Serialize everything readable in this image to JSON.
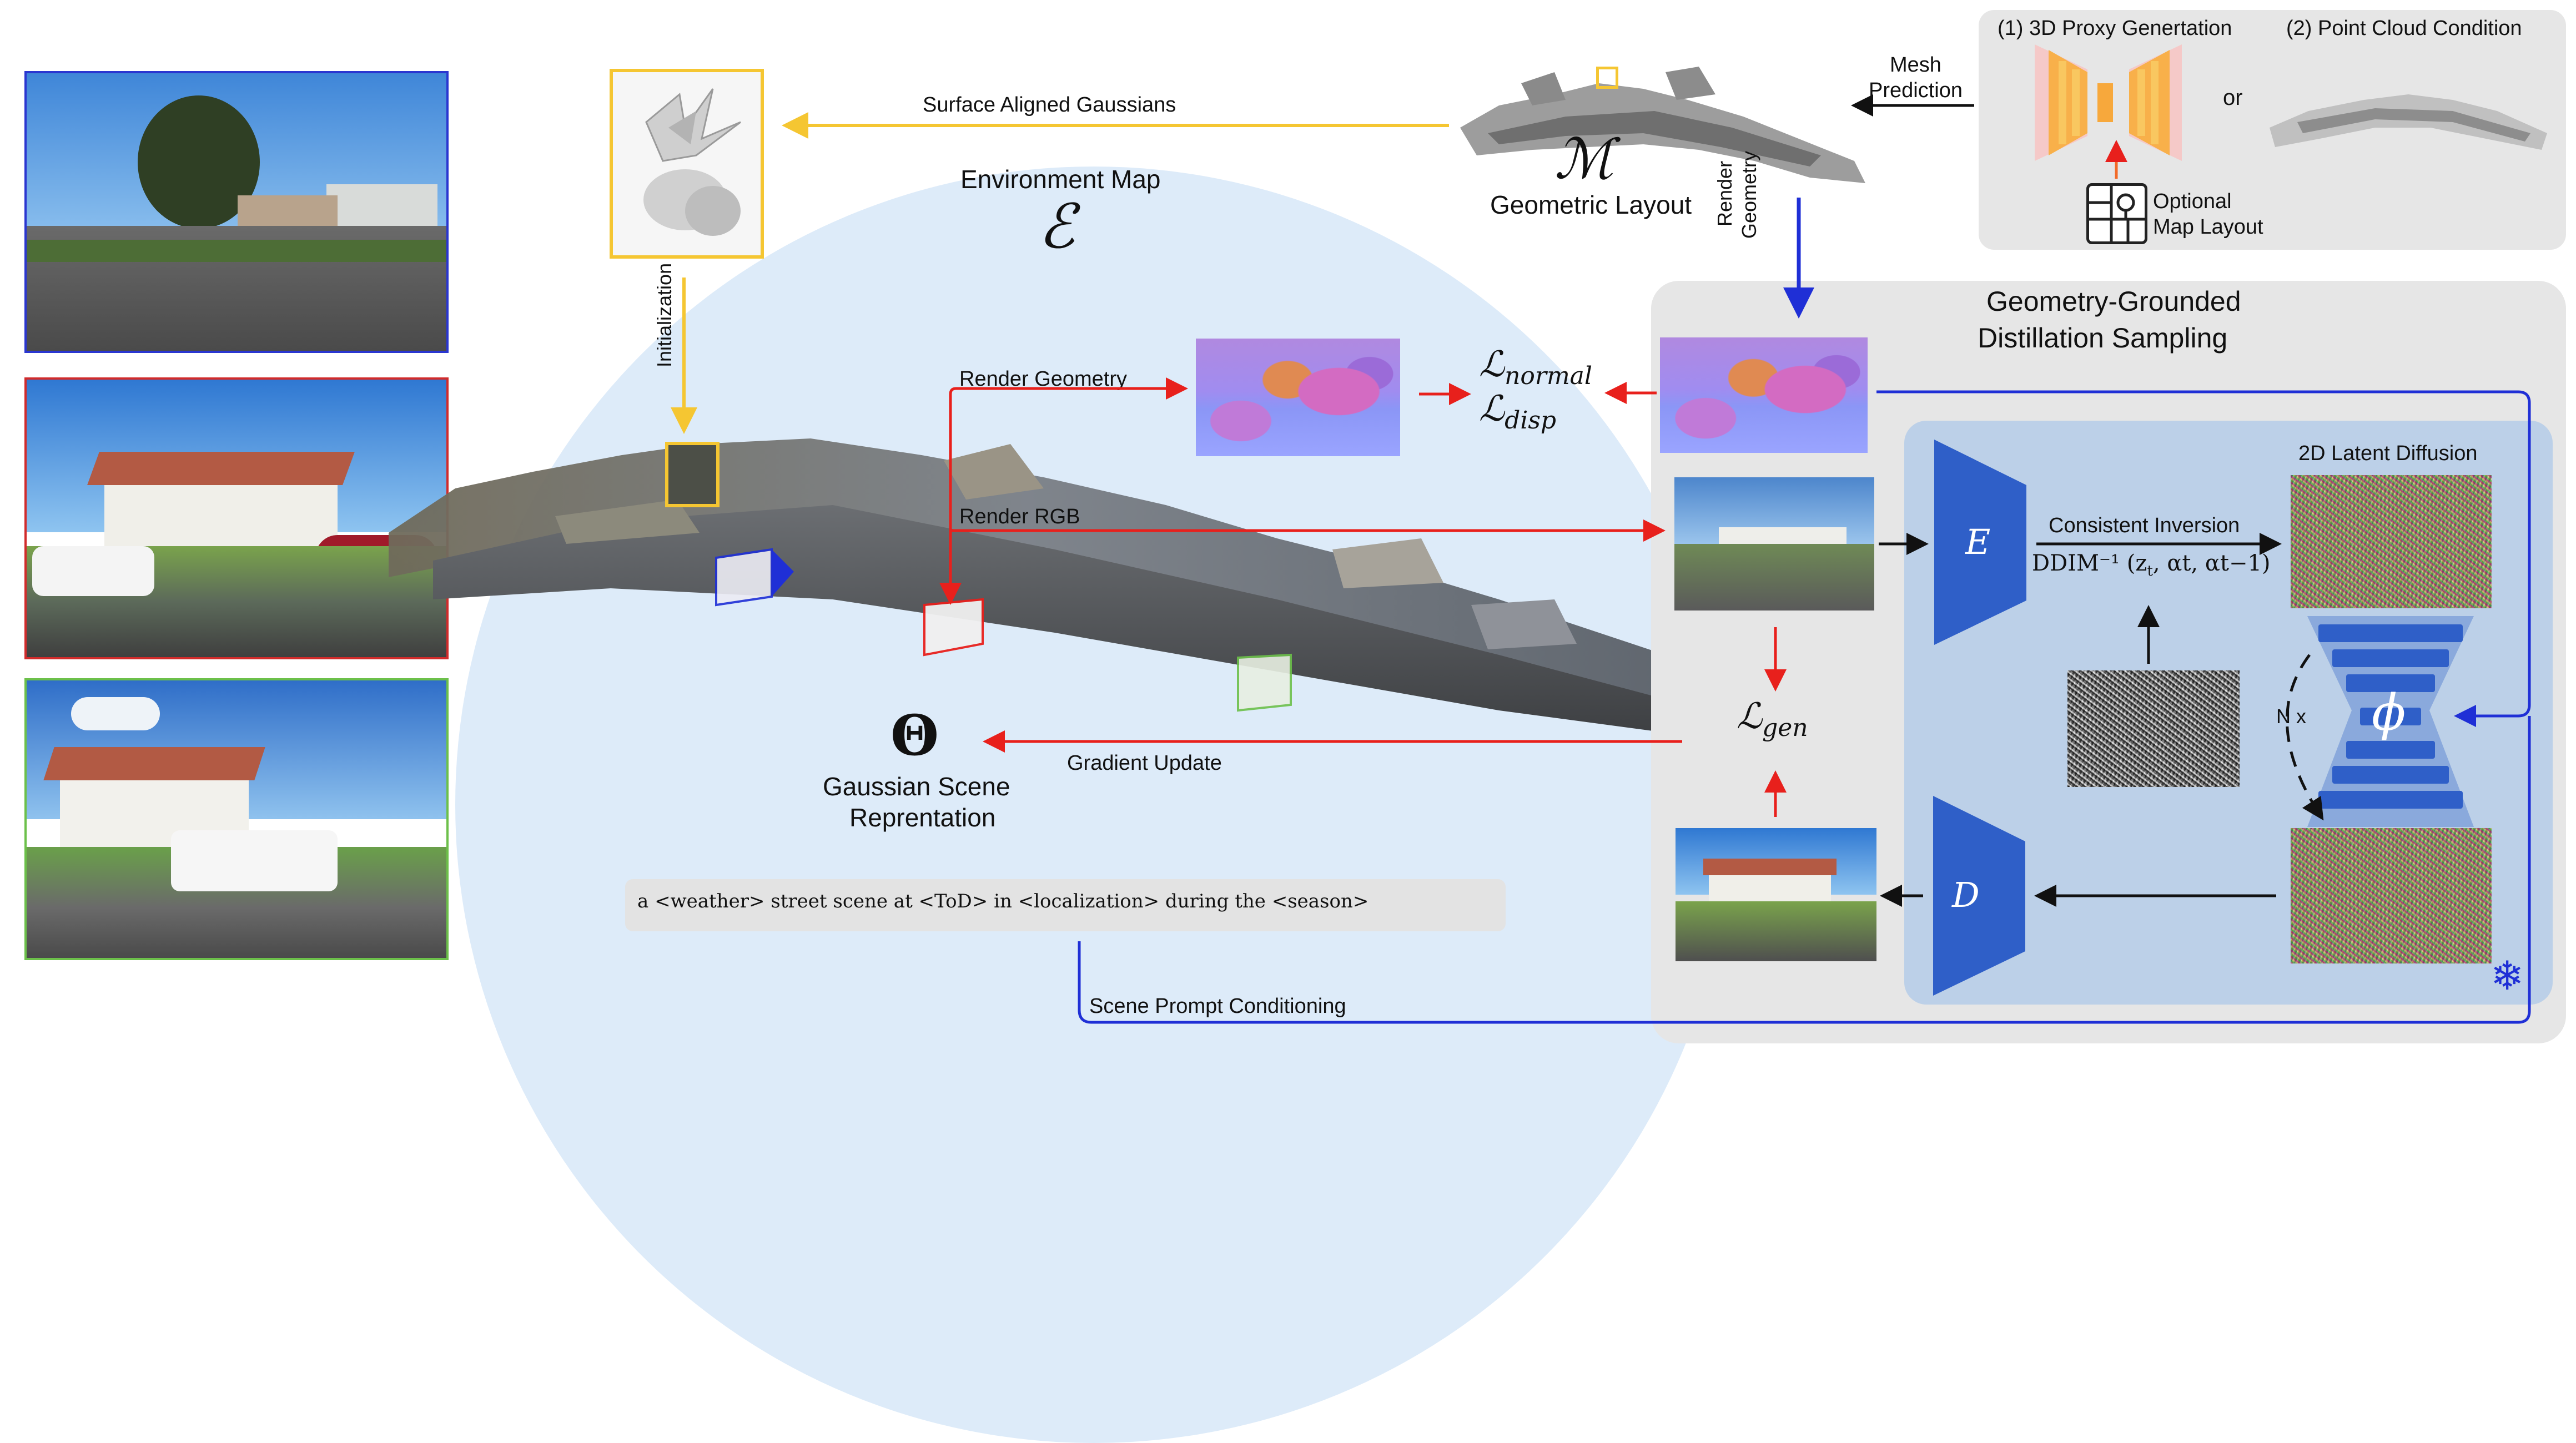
{
  "labels": {
    "surface_aligned": "Surface Aligned Gaussians",
    "environment_map": "Environment Map",
    "env_symbol": "ℰ",
    "geom_symbol": "ℳ",
    "geometric_layout": "Geometric Layout",
    "mesh_prediction_1": "Mesh",
    "mesh_prediction_2": "Prediction",
    "proxy_generation": "(1) 3D Proxy Genertation",
    "point_cloud_condition": "(2) Point Cloud Condition",
    "or": "or",
    "optional_1": "Optional",
    "optional_2": "Map Layout",
    "render_geometry_vertical_1": "Render",
    "render_geometry_vertical_2": "Geometry",
    "ggds_title_1": "Geometry-Grounded",
    "ggds_title_2": "Distillation Sampling",
    "initialization": "Initialization",
    "render_geometry": "Render Geometry",
    "render_rgb": "Render RGB",
    "loss_normal": "ℒ",
    "loss_normal_sub": "normal",
    "loss_disp": "ℒ",
    "loss_disp_sub": "disp",
    "loss_gen": "ℒ",
    "loss_gen_sub": "gen",
    "gradient_update": "Gradient Update",
    "theta": "Θ",
    "gaussian_scene_1": "Gaussian Scene",
    "gaussian_scene_2": "Reprentation",
    "latent_diffusion": "2D Latent Diffusion",
    "consistent_inversion": "Consistent Inversion",
    "ddim": "DDIM⁻¹ (z",
    "ddim_args": "t",
    "ddim_rest": ", αt, αt−1)",
    "encoder": "E",
    "decoder": "D",
    "phi": "ϕ",
    "nx": "N x",
    "snowflake": "❄",
    "prompt": "a <weather> street scene at <ToD> in <localization> during the <season>",
    "scene_prompt": "Scene Prompt Conditioning"
  },
  "colors": {
    "red": "#e8201c",
    "blue": "#1f2fd6",
    "yellow": "#f5c632",
    "panel_gray": "#e6e6e6",
    "diffusion_blue": "#bcd0e8",
    "encoder_blue": "#2f5fc8",
    "sky_blue": "#dceaf8"
  }
}
